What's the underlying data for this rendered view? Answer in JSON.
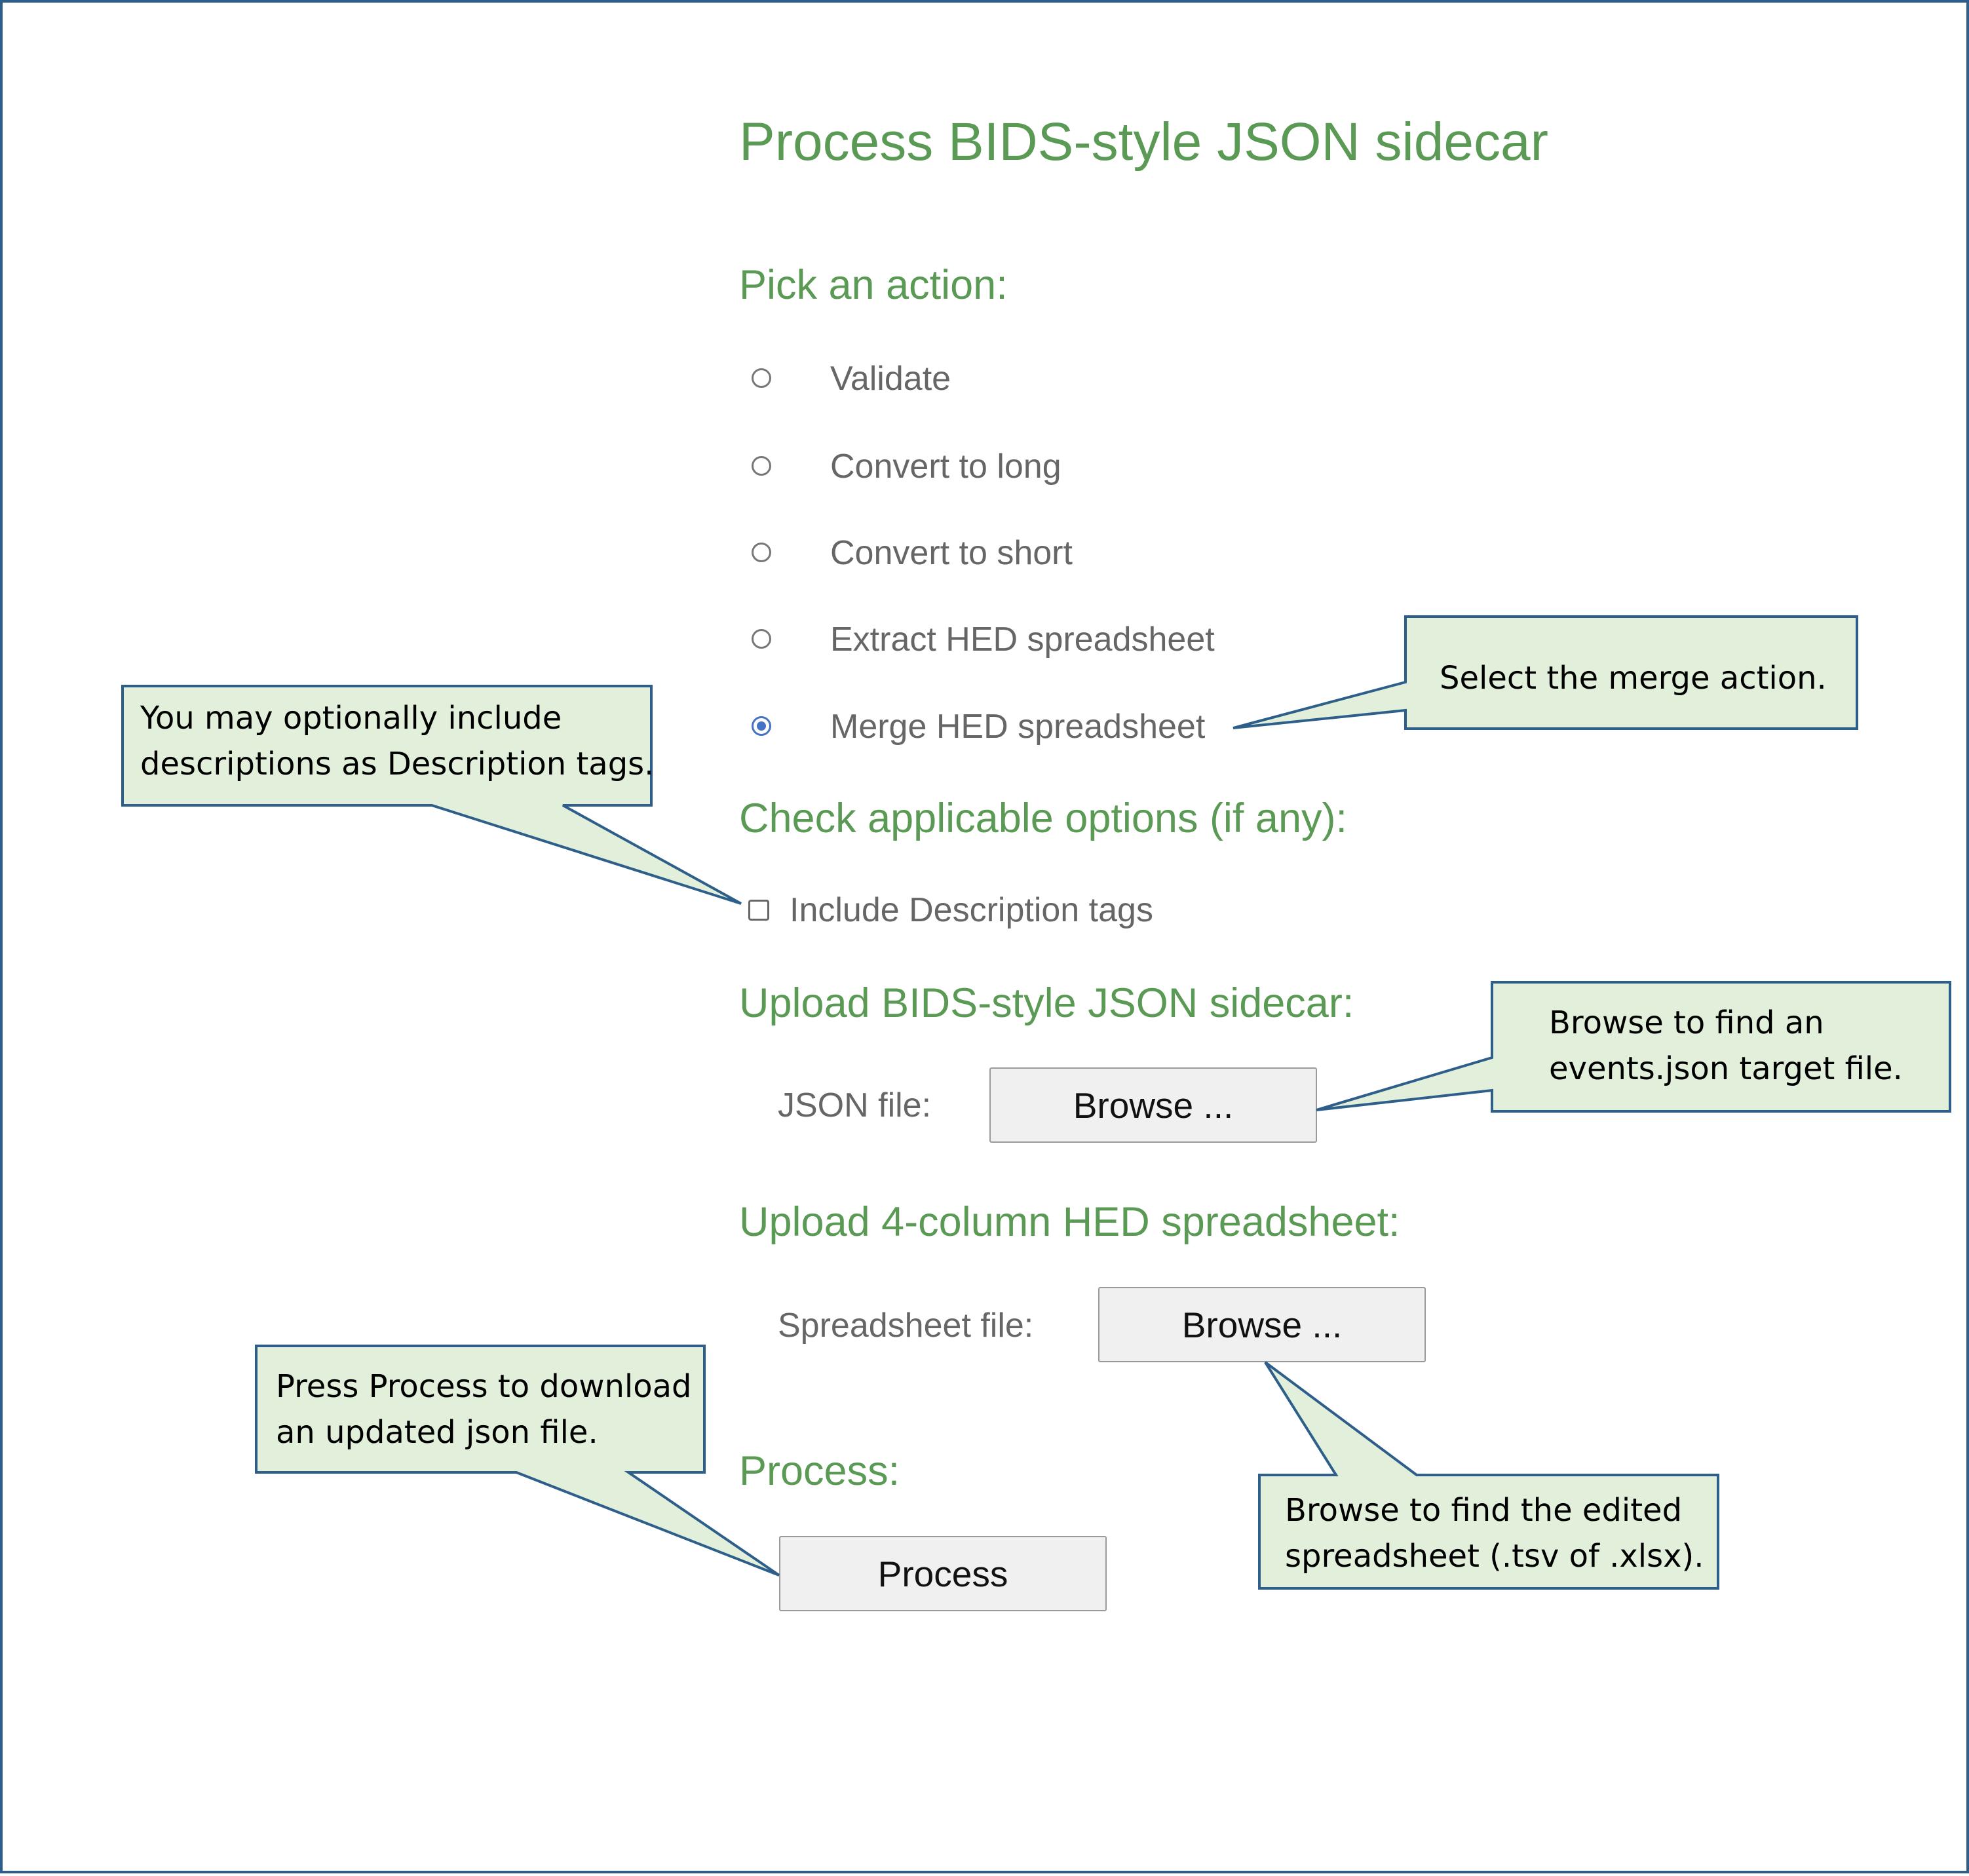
{
  "page": {
    "title": "Process BIDS-style JSON sidecar"
  },
  "actions": {
    "heading": "Pick an action:",
    "options": [
      {
        "label": "Validate",
        "checked": false
      },
      {
        "label": "Convert to long",
        "checked": false
      },
      {
        "label": "Convert to short",
        "checked": false
      },
      {
        "label": "Extract HED spreadsheet",
        "checked": false
      },
      {
        "label": "Merge HED spreadsheet",
        "checked": true
      }
    ]
  },
  "options": {
    "heading": "Check applicable options (if any):",
    "include_description": {
      "label": "Include Description tags",
      "checked": false
    }
  },
  "json_upload": {
    "heading": "Upload BIDS-style JSON sidecar:",
    "field_label": "JSON file:",
    "button_label": "Browse ..."
  },
  "spreadsheet_upload": {
    "heading": "Upload 4-column HED spreadsheet:",
    "field_label": "Spreadsheet file:",
    "button_label": "Browse ..."
  },
  "process": {
    "heading": "Process:",
    "button_label": "Process"
  },
  "callouts": {
    "select_merge": {
      "lines": [
        "Select the merge action."
      ]
    },
    "description_tags": {
      "lines": [
        "You may optionally include",
        "descriptions as Description tags."
      ]
    },
    "browse_json": {
      "lines": [
        "Browse to find an",
        "events.json target file."
      ]
    },
    "browse_spreadsheet": {
      "lines": [
        "Browse to find the edited",
        "spreadsheet (.tsv of .xlsx)."
      ]
    },
    "press_process": {
      "lines": [
        "Press Process to download",
        "an updated json file."
      ]
    }
  },
  "colors": {
    "heading_green": "#5a9a55",
    "callout_fill": "#e2efda",
    "callout_border": "#2e5f8a",
    "frame_border": "#2e5f8a",
    "radio_selected": "#4472c4"
  }
}
